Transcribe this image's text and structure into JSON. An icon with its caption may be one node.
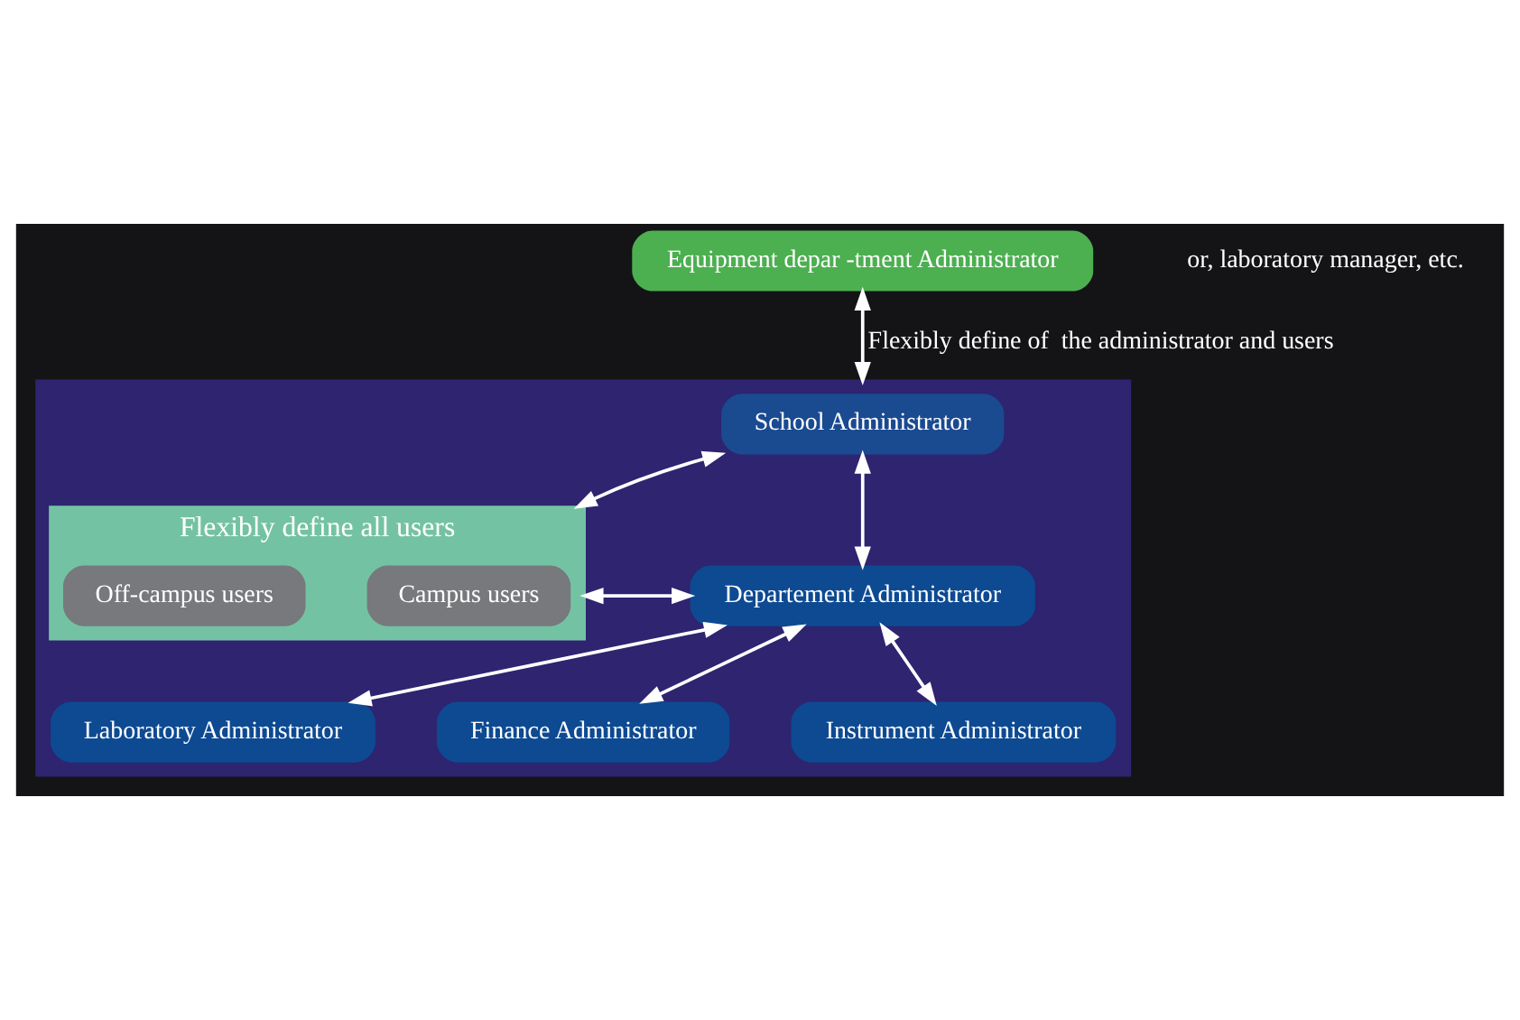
{
  "diagram": {
    "nodes": [
      {
        "text": [
          "Equipment depar -tment Administrator"
        ]
      },
      {
        "text": [],
        "shape": "box"
      },
      {
        "text": [
          "School Administrator"
        ],
        "in": 1
      },
      {
        "text": [
          "Flexibly define all users"
        ],
        "in": 1
      },
      {
        "text": [
          "Campus users"
        ],
        "in": 3
      },
      {
        "text": [
          "Off-campus users"
        ],
        "in": 3
      },
      {
        "text": [
          "Departement Administrator"
        ],
        "in": 1
      },
      {
        "text": [
          "Laboratory Administrator"
        ],
        "in": 1
      },
      {
        "text": [
          "Finance Administrator"
        ],
        "in": 1
      },
      {
        "text": [
          "Instrument Administrator"
        ],
        "in": 1
      }
    ],
    "edges": [
      {
        "from": 0,
        "to": 1,
        "arrow": "both",
        "label": "Flexibly define of  the administrator and users"
      },
      {
        "from": 2,
        "to": 3,
        "arrow": "both"
      },
      {
        "from": 2,
        "to": 6,
        "arrow": "both"
      },
      {
        "from": 6,
        "to": 3,
        "arrow": "both"
      },
      {
        "from": 6,
        "to": 7,
        "arrow": "both"
      },
      {
        "from": 6,
        "to": 8,
        "arrow": "both"
      },
      {
        "from": 6,
        "to": 9,
        "arrow": "both"
      }
    ],
    "labels": [
      "or, laboratory manager, etc."
    ]
  }
}
